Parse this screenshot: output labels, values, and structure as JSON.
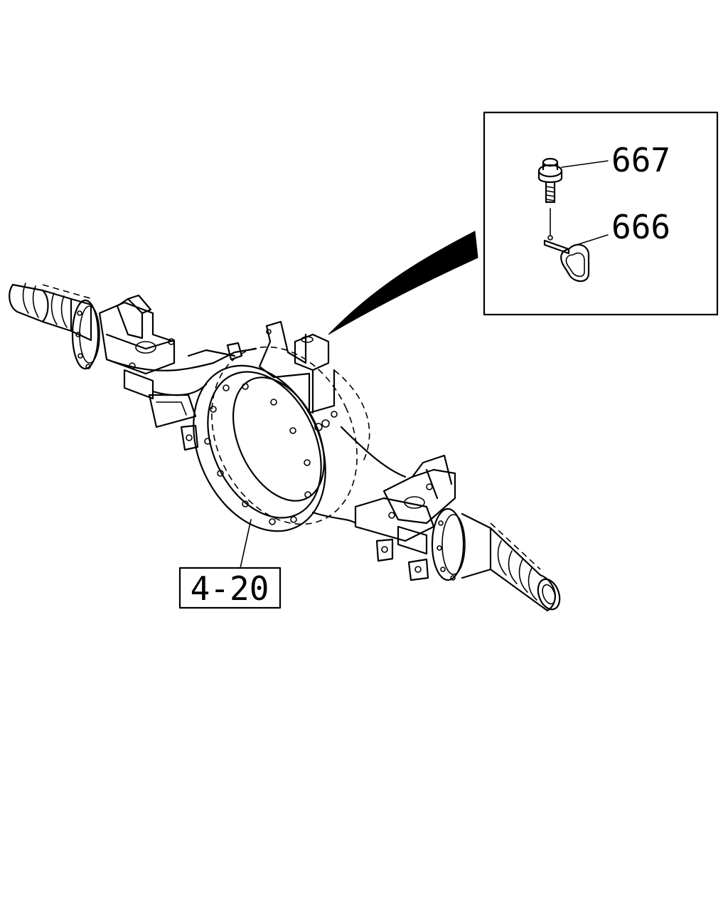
{
  "callouts": {
    "housing_ref": "4-20",
    "bolt_part": "667",
    "clip_part": "666"
  }
}
